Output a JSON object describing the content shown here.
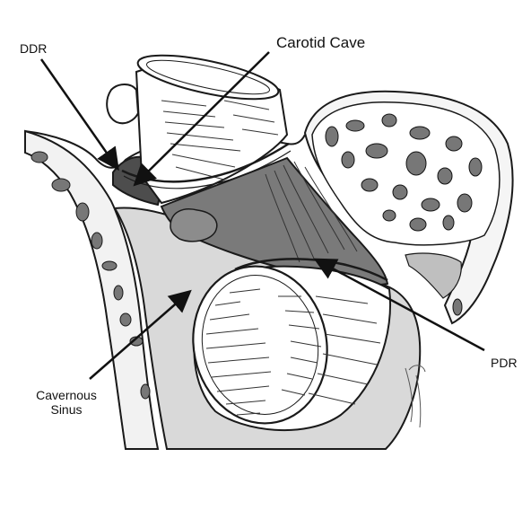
{
  "labels": {
    "ddr": "DDR",
    "carotid_cave": "Carotid Cave",
    "pdr": "PDR",
    "cavernous_sinus_line1": "Cavernous",
    "cavernous_sinus_line2": "Sinus"
  },
  "colors": {
    "outline": "#1a1a1a",
    "sinus_fill": "#d9d9d9",
    "cave_fill": "#4d4d4d",
    "artery_dark": "#7a7a7a",
    "bone_fill": "#f2f2f2",
    "background": "#ffffff"
  }
}
